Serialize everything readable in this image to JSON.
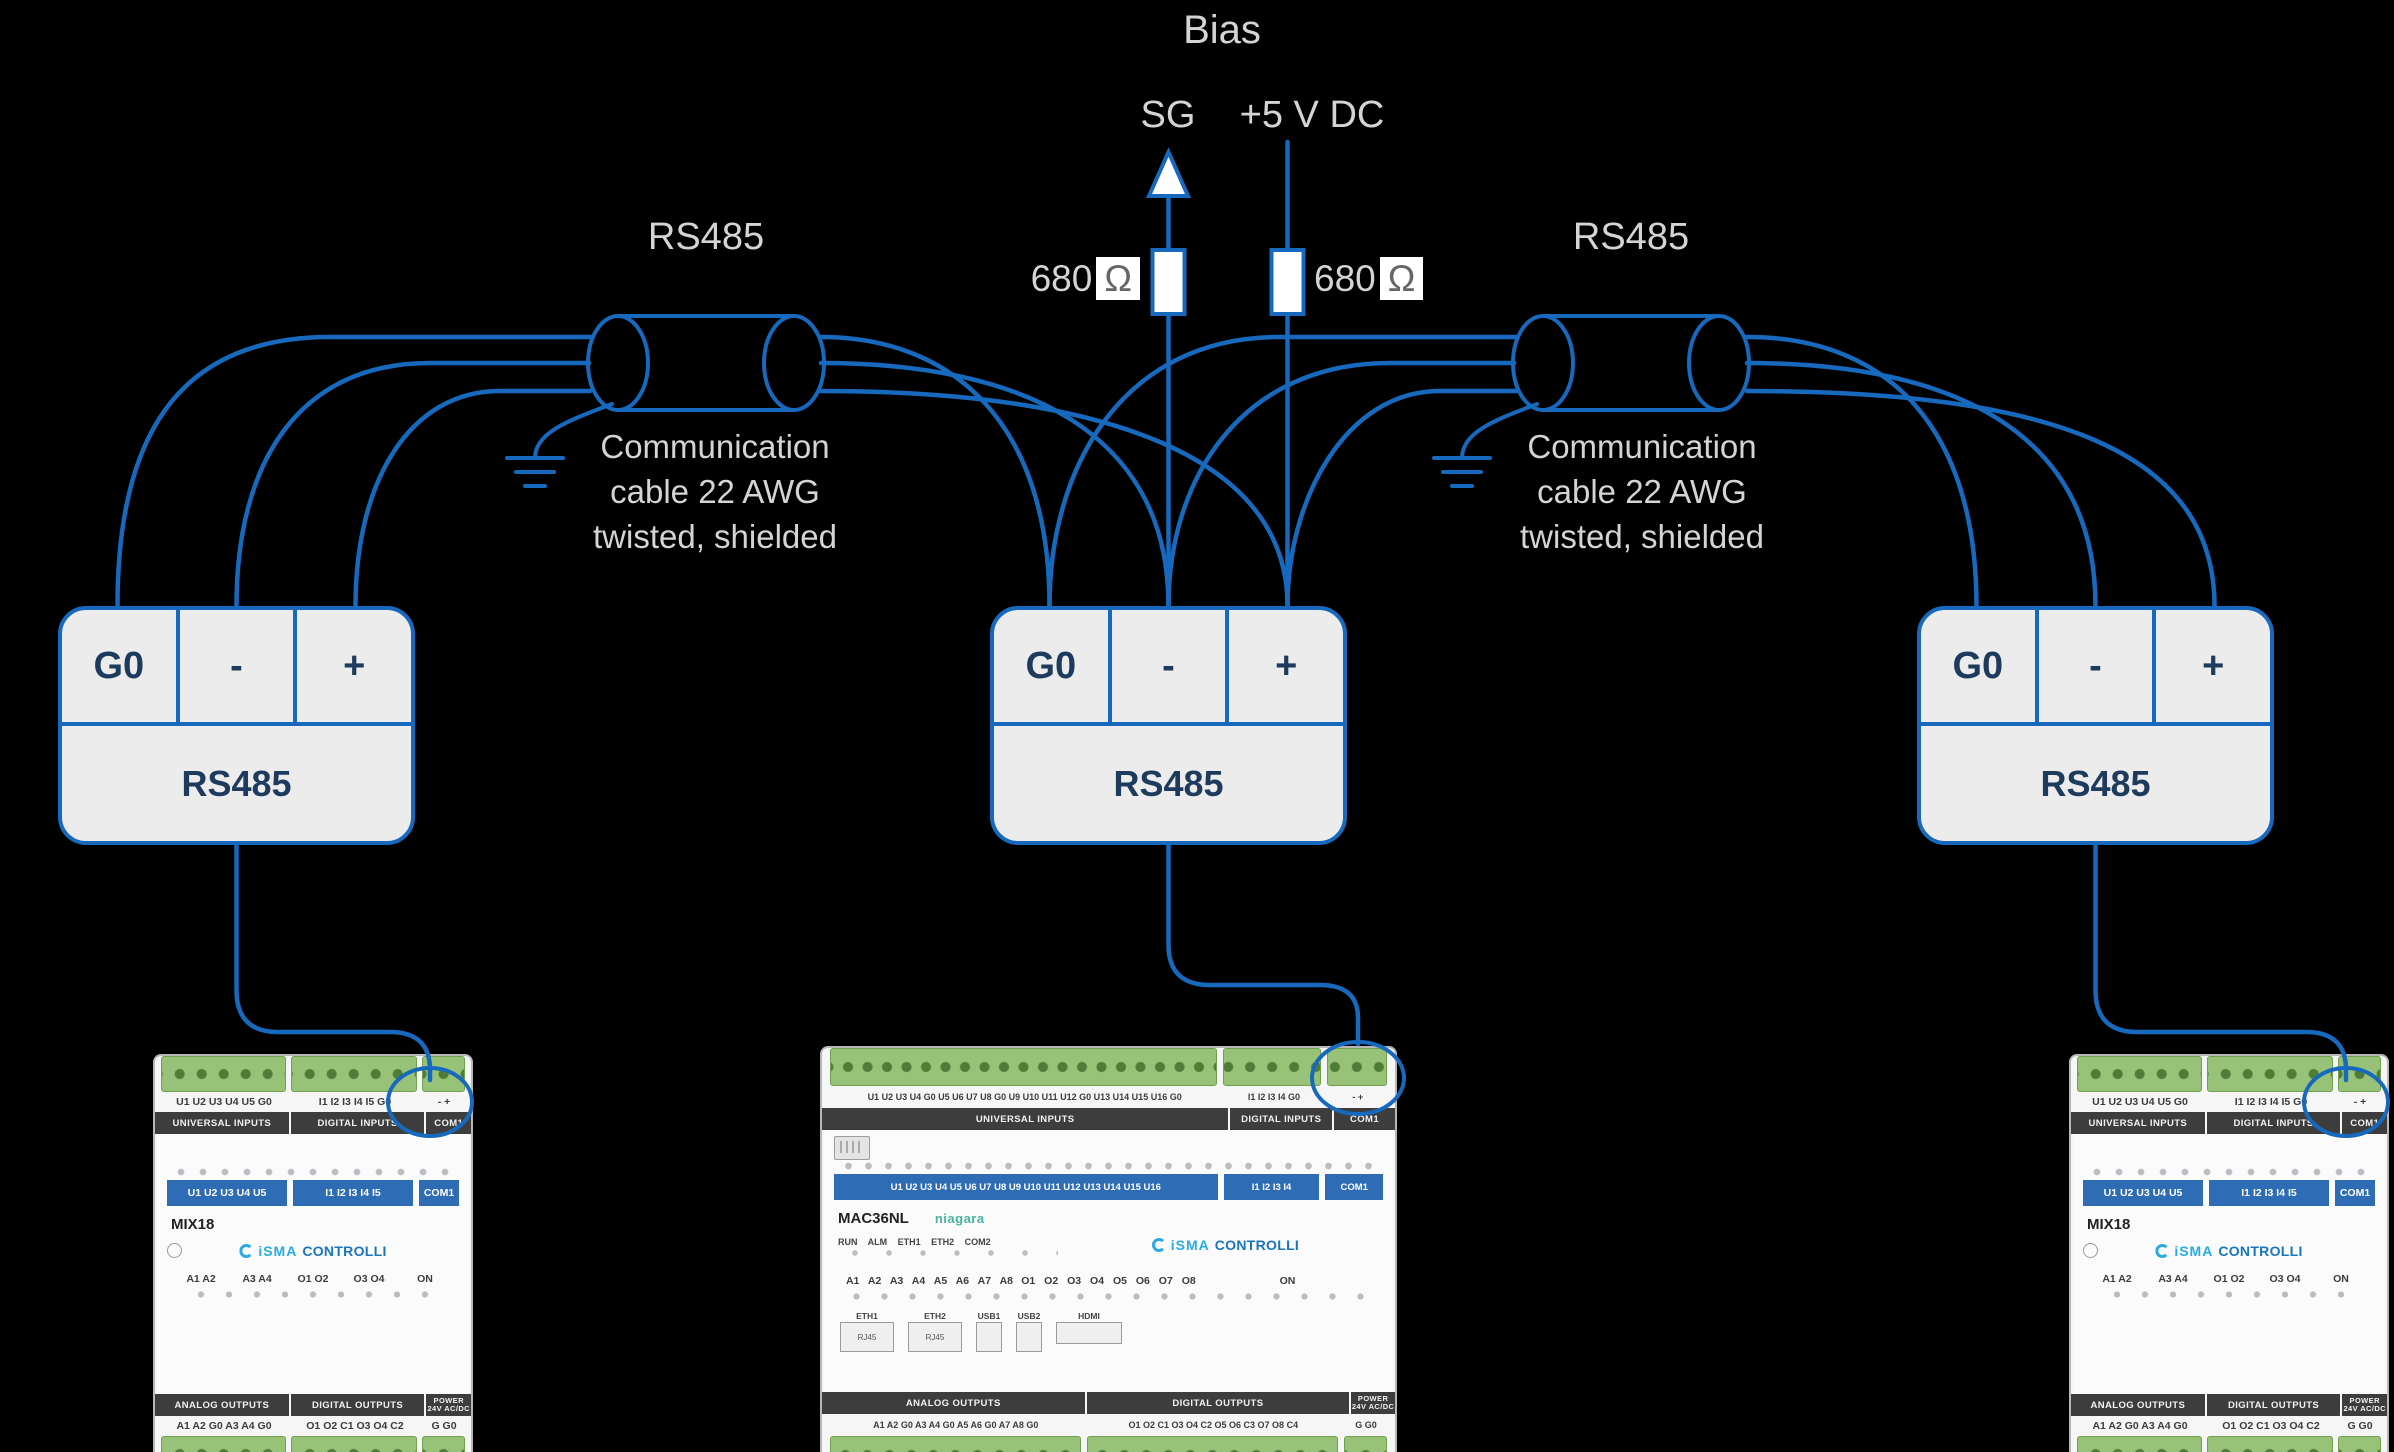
{
  "colors": {
    "wire": "#1769BE",
    "dtext": "#D4D4D4",
    "connfill": "#ECECEC",
    "conntext": "#1E3B5E",
    "band": "#3D3D3D",
    "stripe": "#2E6CB5",
    "logo_light": "#29ABE2",
    "logo_dark": "#1B75BB",
    "niagara": "#45B49E",
    "terminal_green": "#97C277"
  },
  "bias": {
    "title": "Bias",
    "sg": "SG",
    "v5": "+5 V DC",
    "r_left_value": "680",
    "r_left_unit": "Ω",
    "r_right_value": "680",
    "r_right_unit": "Ω"
  },
  "cables": {
    "left": {
      "label": "RS485",
      "note": [
        "Communication",
        "cable 22 AWG",
        "twisted, shielded"
      ]
    },
    "right": {
      "label": "RS485",
      "note": [
        "Communication",
        "cable 22 AWG",
        "twisted, shielded"
      ]
    }
  },
  "connector": {
    "t1": "G0",
    "t2": "-",
    "t3": "+",
    "label": "RS485"
  },
  "mix18": {
    "top_pins": [
      "U1 U2 U3 U4 U5 G0",
      "I1 I2 I3 I4 I5 G0",
      "- +"
    ],
    "top_bands": [
      "UNIVERSAL INPUTS",
      "DIGITAL INPUTS",
      "COM1"
    ],
    "stripe": [
      "U1 U2 U3 U4 U5",
      "I1 I2 I3 I4 I5",
      "COM1"
    ],
    "model": "MIX18",
    "brand": {
      "a": "iSMA",
      "b": "CONTROLLI"
    },
    "outputs": [
      "A1 A2",
      "A3 A4",
      "O1 O2",
      "O3 O4",
      "ON"
    ],
    "bottom_bands": [
      "ANALOG OUTPUTS",
      "DIGITAL OUTPUTS"
    ],
    "power_band": [
      "POWER",
      "24V AC/DC"
    ],
    "bottom_pins": [
      "A1 A2 G0 A3 A4 G0",
      "O1 O2 C1 O3 O4 C2",
      "G G0"
    ]
  },
  "mac36": {
    "top_pins": [
      "U1 U2 U3 U4 G0 U5 U6 U7 U8 G0 U9 U10 U11 U12 G0 U13 U14 U15 U16 G0",
      "I1 I2 I3 I4 G0",
      "- +"
    ],
    "top_bands": [
      "UNIVERSAL INPUTS",
      "DIGITAL INPUTS",
      "COM1"
    ],
    "stripe": [
      "U1 U2 U3 U4 U5 U6 U7 U8 U9 U10 U11 U12 U13 U14 U15 U16",
      "I1 I2 I3 I4",
      "COM1"
    ],
    "model": "MAC36NL",
    "niagara": "niagara",
    "status_leds": "RUN ALM ETH1 ETH2 COM2",
    "brand": {
      "a": "iSMA",
      "b": "CONTROLLI"
    },
    "outputs": [
      "A1 A2 A3 A4 A5 A6 A7 A8",
      "O1 O2 O3 O4 O5 O6 O7 O8",
      "ON"
    ],
    "ports": [
      {
        "name": "ETH1",
        "sub": "RJ45"
      },
      {
        "name": "ETH2",
        "sub": "RJ45"
      },
      {
        "name": "USB1",
        "sub": ""
      },
      {
        "name": "USB2",
        "sub": ""
      },
      {
        "name": "HDMI",
        "sub": ""
      }
    ],
    "bottom_bands": [
      "ANALOG OUTPUTS",
      "DIGITAL OUTPUTS"
    ],
    "power_band": [
      "POWER",
      "24V AC/DC"
    ],
    "bottom_pins": [
      "A1 A2 G0 A3 A4 G0 A5 A6 G0 A7 A8 G0",
      "O1 O2 C1 O3 O4 C2 O5 O6 C3 O7 O8 C4",
      "G G0"
    ]
  }
}
